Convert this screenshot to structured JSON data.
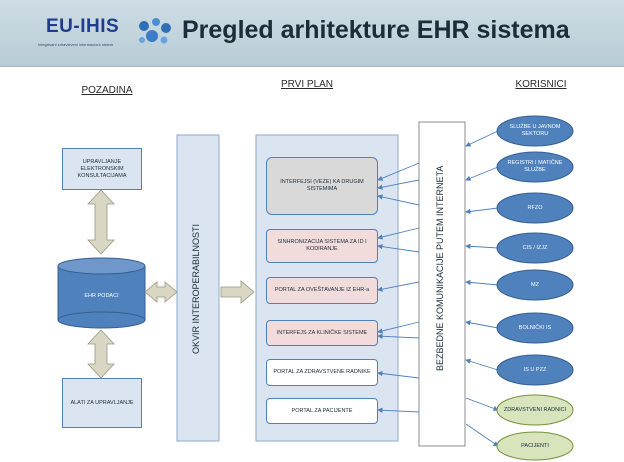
{
  "header": {
    "logo_text": "EU-IHIS",
    "logo_subtitle": "Integrisani zdravstveni informacioni sistem",
    "title": "Pregled arhitekture EHR sistema"
  },
  "columns": {
    "background": "POZADINA",
    "foreground": "PRVI PLAN",
    "users": "KORISNICI"
  },
  "background": {
    "consult": "UPRAVLJANJE ELEKTRONSKIM KONSULTACIJAMA",
    "ehr": "EHR PODACI",
    "tools": "ALATI ZA UPRAVLJANJE"
  },
  "interop": "OKVIR INTEROPERABILNOSTI",
  "secure": "BEZBEDNE KOMUNIKACIJE PUTEM INTERNETA",
  "foreground": [
    "INTERFEJSI (VEZE) KA DRUGIM SISTEMIMA",
    "SINHRONIZACIJA SISTEMA ZA ID I KODIRANJE",
    "PORTAL ZA OVEŠTAVANJE IZ EHR-a",
    "INTERFEJS ZA KLINIČKE SISTEME",
    "PORTAL ZA ZDRAVSTVENE RADNIKE",
    "PORTAL ZA PACIJENTE"
  ],
  "users": [
    "SLUŽBE U JAVNOM SEKTORU",
    "REGISTRI I MATIČNE SLUŽBE",
    "RFZO",
    "CIS / IZJZ",
    "MZ",
    "BOLNIČKI IS",
    "IS U PZZ",
    "ZDRAVSTVENI RADNICI",
    "PACIJENTI"
  ],
  "colors": {
    "header_bg": "#c2d4dc",
    "blue_fill": "#4f81bd",
    "blue_dark": "#355f91",
    "pink_fill": "#f2dcdb",
    "gray_fill": "#d9d9d9",
    "green_fill": "#d7e4bc",
    "panel_fill": "#dbe5f1",
    "arrow_fill": "#d9d6c3"
  },
  "icons": [
    "logo-dots-icon"
  ]
}
